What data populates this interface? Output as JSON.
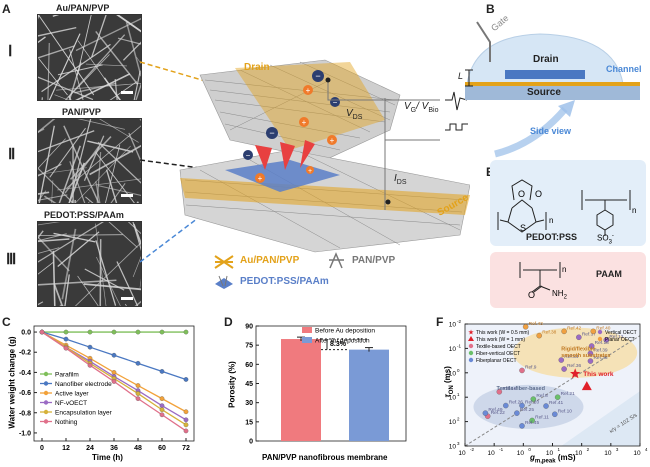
{
  "panels": {
    "A": "A",
    "B": "B",
    "C": "C",
    "D": "D",
    "E": "E",
    "F": "F"
  },
  "panel_a": {
    "sem": [
      {
        "title": "Au/PAN/PVP",
        "roman": "Ⅰ"
      },
      {
        "title": "PAN/PVP",
        "roman": "Ⅱ"
      },
      {
        "title": "PEDOT:PSS/PAAm",
        "roman": "Ⅲ"
      }
    ],
    "drain": "Drain",
    "source": "Source",
    "vds_v": "V",
    "vds_sub": "DS",
    "vg_v": "V",
    "vg_sub": "G",
    "vbio_v": "/ V",
    "vbio_sub": "Bio",
    "ids_i": "I",
    "ids_sub": "DS",
    "legend": [
      "Au/PAN/PVP",
      "PAN/PVP",
      "PEDOT:PSS/PAAm"
    ],
    "colors": {
      "gold": "#e3a21a",
      "blue": "#5a7fc8",
      "gray": "#777777"
    }
  },
  "panel_b": {
    "gate": "Gate",
    "drain": "Drain",
    "channel": "Channel",
    "source": "Source",
    "l": "L",
    "side_view": "Side view"
  },
  "panel_e": {
    "pedot_label": "PEDOT:PSS",
    "paam_label": "PAAM",
    "s": "S",
    "o": "O",
    "n": "n",
    "nh2": "NH",
    "nh2_sub": "2",
    "o2": "O",
    "so3": "SO",
    "so3_sub": "3",
    "so3_sup": "-"
  },
  "panel_c": {
    "ylabel": "Water weight change (g)",
    "xlabel": "Time (h)",
    "xticks": [
      "0",
      "12",
      "24",
      "36",
      "48",
      "60",
      "72"
    ],
    "yticks": [
      "0.0",
      "-0.2",
      "-0.4",
      "-0.6",
      "-0.8",
      "-1.0"
    ],
    "legend": [
      "Parafilm",
      "Nanofiber electrode",
      "Active layer",
      "NF-vOECT",
      "Encapsulation layer",
      "Nothing"
    ]
  },
  "panel_d": {
    "ylabel": "Porosity (%)",
    "xlabel": "PAN/PVP nanofibrous membrane",
    "yticks": [
      "0",
      "15",
      "30",
      "45",
      "60",
      "75",
      "90"
    ],
    "legend": [
      "Before Au deposition",
      "After Au deposition"
    ],
    "annotation": "8.3%"
  },
  "panel_f": {
    "ylabel_t": "τ",
    "ylabel_sub": "ON",
    "ylabel_unit": "(ms)",
    "xlabel_g": "g",
    "xlabel_sub": "m,peak",
    "xlabel_unit": "(mS)",
    "xticks": [
      "10",
      "10",
      "10",
      "10",
      "10",
      "10",
      "10"
    ],
    "xtick_exp": [
      "-2",
      "-1",
      "0",
      "1",
      "2",
      "3",
      "4"
    ],
    "yticks": [
      "10",
      "10",
      "10",
      "10",
      "10",
      "10"
    ],
    "ytick_exp": [
      "-2",
      "-1",
      "0",
      "1",
      "2",
      "3"
    ],
    "legend_left": [
      "This work (W = 0.5 mm)",
      "This work (W = 1 mm)",
      "Textile-based OECT",
      "Fiber-vertical OECT",
      "Fiberplanar OECT"
    ],
    "legend_right": [
      "Vertical OECT",
      "Planar OECT"
    ],
    "region_rigid": "Rigid/flexible",
    "region_rigid2": "smooth substrates",
    "region_textile": "Textile-fiber-based",
    "this_work": "This work",
    "slope": "κ/γ = 10",
    "slope_sup": "2",
    "slope_unit": " S/s",
    "refs": [
      "Ref.43",
      "Ref.38",
      "Ref.37",
      "Ref.40",
      "Ref.42",
      "Ref.12",
      "Ref.18",
      "Ref.39",
      "Ref.34",
      "Ref.35",
      "Ref.36",
      "Ref.9",
      "Ref.15",
      "Ref.21",
      "Ref.8",
      "Ref.26",
      "Ref.20",
      "Ref.41",
      "Ref.25",
      "Ref.10",
      "Ref.22",
      "Ref.11",
      "Ref.45",
      "Ref.49"
    ]
  },
  "chart_data": [
    {
      "type": "line",
      "panel": "C",
      "xlabel": "Time (h)",
      "ylabel": "Water weight change (g)",
      "x": [
        0,
        12,
        24,
        36,
        48,
        60,
        72
      ],
      "xlim": [
        -4,
        76
      ],
      "ylim": [
        -1.08,
        0.06
      ],
      "series": [
        {
          "name": "Parafilm",
          "color": "#7fbf5a",
          "values": [
            0,
            0,
            0,
            0,
            0,
            0,
            0
          ]
        },
        {
          "name": "Nanofiber electrode",
          "color": "#4a78c2",
          "values": [
            0,
            -0.07,
            -0.15,
            -0.23,
            -0.31,
            -0.39,
            -0.47
          ]
        },
        {
          "name": "Active layer",
          "color": "#f2a23a",
          "values": [
            0,
            -0.13,
            -0.26,
            -0.4,
            -0.53,
            -0.66,
            -0.79
          ]
        },
        {
          "name": "NF-vOECT",
          "color": "#9b6bc4",
          "values": [
            0,
            -0.15,
            -0.29,
            -0.44,
            -0.58,
            -0.73,
            -0.87
          ]
        },
        {
          "name": "Encapsulation layer",
          "color": "#d6b23a",
          "values": [
            0,
            -0.15,
            -0.31,
            -0.46,
            -0.61,
            -0.77,
            -0.92
          ]
        },
        {
          "name": "Nothing",
          "color": "#e0708a",
          "values": [
            0,
            -0.16,
            -0.33,
            -0.49,
            -0.66,
            -0.82,
            -0.98
          ]
        }
      ]
    },
    {
      "type": "bar",
      "panel": "D",
      "categories": [
        "Before Au deposition",
        "After Au deposition"
      ],
      "values": [
        79.8,
        71.5
      ],
      "errors": [
        1.5,
        1.6
      ],
      "colors": [
        "#f07a7e",
        "#7a9ad6"
      ],
      "ylabel": "Porosity (%)",
      "xlabel": "PAN/PVP nanofibrous membrane",
      "ylim": [
        0,
        90
      ]
    },
    {
      "type": "scatter",
      "panel": "F",
      "xscale": "log",
      "yscale": "log",
      "xlim": [
        0.01,
        10000
      ],
      "ylim": [
        0.01,
        1000
      ],
      "points": [
        {
          "label": "Ref.43",
          "x": 1.2,
          "y": 0.013,
          "color": "#f0a040"
        },
        {
          "label": "Ref.38",
          "x": 3.5,
          "y": 0.03,
          "color": "#f0a040"
        },
        {
          "label": "Ref.37",
          "x": 80,
          "y": 0.035,
          "color": "#9b6bc4"
        },
        {
          "label": "Ref.40",
          "x": 250,
          "y": 0.02,
          "color": "#f0a040"
        },
        {
          "label": "Ref.42",
          "x": 25,
          "y": 0.02,
          "color": "#f0a040"
        },
        {
          "label": "Ref.12",
          "x": 700,
          "y": 0.045,
          "color": "#9b6bc4"
        },
        {
          "label": "Ref.18",
          "x": 220,
          "y": 0.08,
          "color": "#9b6bc4"
        },
        {
          "label": "Ref.39",
          "x": 200,
          "y": 0.16,
          "color": "#9b6bc4"
        },
        {
          "label": "Ref.34",
          "x": 20,
          "y": 0.3,
          "color": "#9b6bc4"
        },
        {
          "label": "Ref.35",
          "x": 200,
          "y": 0.33,
          "color": "#9b6bc4"
        },
        {
          "label": "Ref.36",
          "x": 25,
          "y": 0.7,
          "color": "#9b6bc4"
        },
        {
          "label": "Ref.9",
          "x": 0.9,
          "y": 0.8,
          "color": "#e0708a"
        },
        {
          "label": "Ref.15",
          "x": 0.15,
          "y": 6,
          "color": "#e0708a"
        },
        {
          "label": "Ref.21",
          "x": 15,
          "y": 10,
          "color": "#6ac06a"
        },
        {
          "label": "Ref.8",
          "x": 2.2,
          "y": 12,
          "color": "#6ac06a"
        },
        {
          "label": "Ref.26",
          "x": 0.25,
          "y": 22,
          "color": "#6a8ad6"
        },
        {
          "label": "Ref.20",
          "x": 0.9,
          "y": 22,
          "color": "#6a8ad6"
        },
        {
          "label": "Ref.41",
          "x": 6,
          "y": 23,
          "color": "#6a8ad6"
        },
        {
          "label": "Ref.25",
          "x": 0.6,
          "y": 45,
          "color": "#6a8ad6"
        },
        {
          "label": "Ref.10",
          "x": 12,
          "y": 50,
          "color": "#6a8ad6"
        },
        {
          "label": "Ref.22",
          "x": 0.06,
          "y": 60,
          "color": "#e0708a"
        },
        {
          "label": "Ref.11",
          "x": 2,
          "y": 90,
          "color": "#6ac06a"
        },
        {
          "label": "Ref.45",
          "x": 0.9,
          "y": 150,
          "color": "#6a8ad6"
        },
        {
          "label": "Ref.49",
          "x": 0.05,
          "y": 45,
          "color": "#6a8ad6"
        }
      ],
      "this_work": [
        {
          "name": "This work (W = 0.5 mm)",
          "x": 60,
          "y": 1.1,
          "marker": "star",
          "color": "#e0202a"
        },
        {
          "name": "This work (W = 1 mm)",
          "x": 150,
          "y": 3.5,
          "marker": "triangle",
          "color": "#e0202a"
        }
      ]
    }
  ]
}
